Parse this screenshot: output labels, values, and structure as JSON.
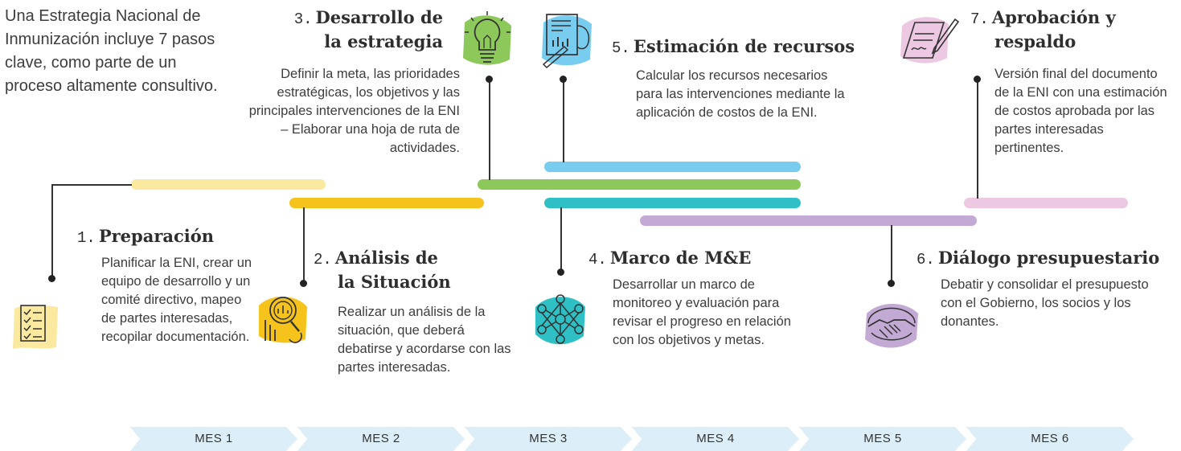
{
  "intro": "Una Estrategia Nacional de Inmunización incluye 7 pasos clave, como parte de un proceso altamente consultivo.",
  "steps": [
    {
      "num": "1.",
      "title": "Preparación",
      "desc": "Planificar la ENI, crear un equipo de desarrollo y un comité directivo, mapeo de partes interesadas, recopilar documentación.",
      "icon": "checklist-icon",
      "color": "#fbe9a0"
    },
    {
      "num": "2.",
      "title_l1": "Análisis de",
      "title_l2": "la Situación",
      "desc": "Realizar un análisis de la situación, que deberá debatirse y acordarse con las partes interesadas.",
      "icon": "magnifier-chart-icon",
      "color": "#f6c21c"
    },
    {
      "num": "3.",
      "title_l1": "Desarrollo de",
      "title_l2": "la estrategia",
      "desc": "Definir la meta, las prioridades estratégicas, los objetivos y las principales intervenciones de la ENI – Elaborar una hoja de ruta de actividades.",
      "icon": "lightbulb-icon",
      "color": "#8cc85a"
    },
    {
      "num": "4.",
      "title": "Marco de M&E",
      "desc": "Desarrollar un marco de monitoreo y evaluación para revisar el progreso en relación con los objetivos y metas.",
      "icon": "network-icon",
      "color": "#2ec0c4"
    },
    {
      "num": "5.",
      "title": "Estimación de recursos",
      "desc": "Calcular los recursos necesarios para las intervenciones mediante la aplicación de costos de la ENI.",
      "icon": "document-chart-icon",
      "color": "#78ccf0"
    },
    {
      "num": "6.",
      "title": "Diálogo presupuestario",
      "desc": "Debatir y consolidar el presupuesto con el Gobierno, los socios y los donantes.",
      "icon": "handshake-icon",
      "color": "#c3aad4"
    },
    {
      "num": "7.",
      "title_l1": "Aprobación y",
      "title_l2": "respaldo",
      "desc": "Versión final del documento de la ENI con una estimación de costos aprobada por las partes interesadas pertinentes.",
      "icon": "signature-icon",
      "color": "#ecc8e2"
    }
  ],
  "months": [
    "MES 1",
    "MES 2",
    "MES 3",
    "MES 4",
    "MES 5",
    "MES 6"
  ],
  "month_color": "#dceff8"
}
